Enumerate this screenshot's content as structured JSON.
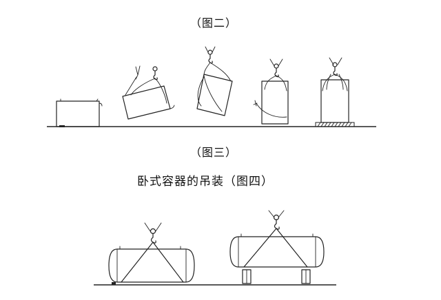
{
  "figure2": {
    "caption": "（图二）"
  },
  "figure3": {
    "caption": "（图三）"
  },
  "figure4": {
    "title": "卧式容器的吊装（图四）"
  },
  "icons": [
    "crane-hook-icon"
  ]
}
